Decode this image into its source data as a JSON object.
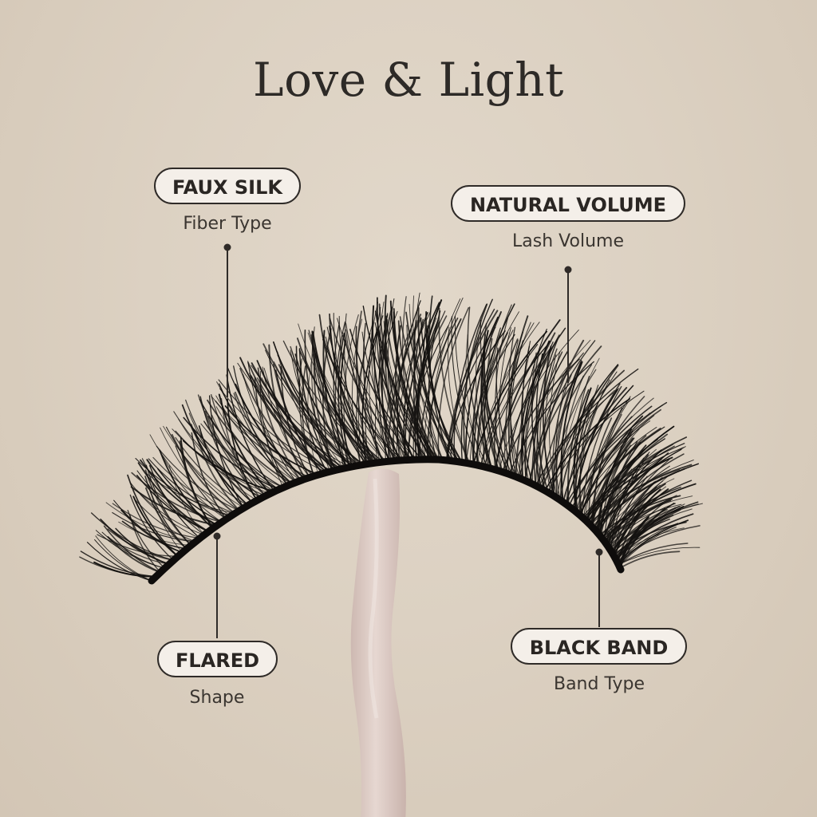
{
  "title": "Love & Light",
  "callouts": {
    "fiber": {
      "label": "FAUX SILK",
      "caption": "Fiber Type"
    },
    "volume": {
      "label": "NATURAL VOLUME",
      "caption": "Lash Volume"
    },
    "shape": {
      "label": "FLARED",
      "caption": "Shape"
    },
    "band": {
      "label": "BLACK BAND",
      "caption": "Band Type"
    }
  },
  "colors": {
    "background": "#ddd2c3",
    "pill_fill": "#f4efe9",
    "text": "#2d2a27",
    "lash": "#141210",
    "applicator": "#dcc9c3"
  }
}
